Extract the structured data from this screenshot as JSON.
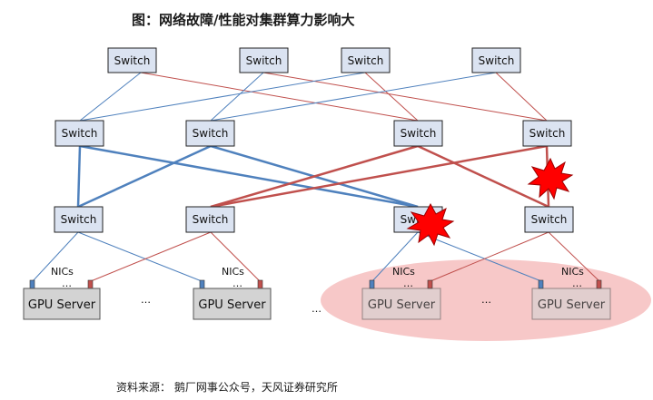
{
  "title": "图：网络故障/性能对集群算力影响大",
  "source": "资料来源： 鹅厂网事公众号，天风证券研究所",
  "switch_label": "Switch",
  "gpu_label": "GPU Server",
  "nics_label": "NICs",
  "ellipsis": "…",
  "colors": {
    "blue": "#4f81bd",
    "red": "#c0504d",
    "switch_fill": "#dbe3f1",
    "gpu_fill": "#d3d3d3",
    "highlight": "#f4b6b6",
    "burst": "#ff0000"
  },
  "icons": [
    "fault-burst-icon"
  ]
}
